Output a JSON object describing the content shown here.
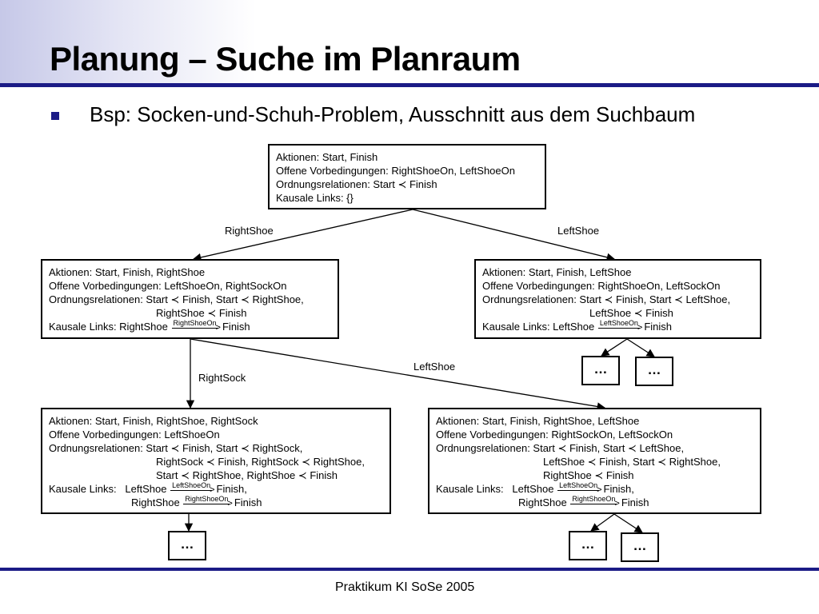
{
  "title": "Planung – Suche im Planraum",
  "bullet": "Bsp: Socken-und-Schuh-Problem, Ausschnitt aus dem Suchbaum",
  "footer": "Praktikum KI SoSe 2005",
  "ellipsis": "…",
  "edges": {
    "root_left": "RightShoe",
    "root_right": "LeftShoe",
    "left_down": "RightSock",
    "left_diagonal": "LeftShoe"
  },
  "nodes": {
    "root": {
      "aktionen": "Aktionen: Start, Finish",
      "vorbedingungen": "Offene Vorbedingungen: RightShoeOn, LeftShoeOn",
      "ordnung": "Ordnungsrelationen: Start ≺ Finish",
      "kausal": "Kausale Links: {}"
    },
    "rightshoe": {
      "aktionen": "Aktionen: Start, Finish, RightShoe",
      "vorbedingungen": "Offene Vorbedingungen: LeftShoeOn, RightSockOn",
      "ordnung_1": "Ordnungsrelationen: Start ≺ Finish, Start ≺ RightShoe,",
      "ordnung_2": "RightShoe ≺ Finish",
      "kausal_prefix": "Kausale Links: RightShoe",
      "kausal_link": "RightShoeOn",
      "kausal_target": "Finish"
    },
    "leftshoe": {
      "aktionen": "Aktionen: Start, Finish, LeftShoe",
      "vorbedingungen": "Offene Vorbedingungen: RightShoeOn, LeftSockOn",
      "ordnung_1": "Ordnungsrelationen: Start ≺ Finish, Start ≺ LeftShoe,",
      "ordnung_2": "LeftShoe ≺ Finish",
      "kausal_prefix": "Kausale Links: LeftShoe",
      "kausal_link": "LeftShoeOn",
      "kausal_target": "Finish"
    },
    "rightsock": {
      "aktionen": "Aktionen: Start, Finish, RightShoe, RightSock",
      "vorbedingungen": "Offene Vorbedingungen: LeftShoeOn",
      "ordnung_1": "Ordnungsrelationen: Start ≺ Finish, Start ≺ RightSock,",
      "ordnung_2": "RightSock ≺ Finish, RightSock ≺ RightShoe,",
      "ordnung_3": "Start ≺ RightShoe, RightShoe ≺ Finish",
      "kausal_prefix": "Kausale Links:   LeftShoe",
      "kausal_link_1": "LeftShoeOn",
      "kausal_target_1": "Finish,",
      "kausal_2_source": "RightShoe",
      "kausal_link_2": "RightShoeOn",
      "kausal_target_2": "Finish"
    },
    "both_shoes": {
      "aktionen": "Aktionen: Start, Finish, RightShoe, LeftShoe",
      "vorbedingungen": "Offene Vorbedingungen: RightSockOn, LeftSockOn",
      "ordnung_1": "Ordnungsrelationen: Start ≺ Finish, Start ≺ LeftShoe,",
      "ordnung_2": "LeftShoe ≺ Finish, Start ≺ RightShoe,",
      "ordnung_3": "RightShoe ≺ Finish",
      "kausal_prefix": "Kausale Links:   LeftShoe",
      "kausal_link_1": "LeftShoeOn",
      "kausal_target_1": "Finish,",
      "kausal_2_source": "RightShoe",
      "kausal_link_2": "RightShoeOn",
      "kausal_target_2": "Finish"
    }
  }
}
